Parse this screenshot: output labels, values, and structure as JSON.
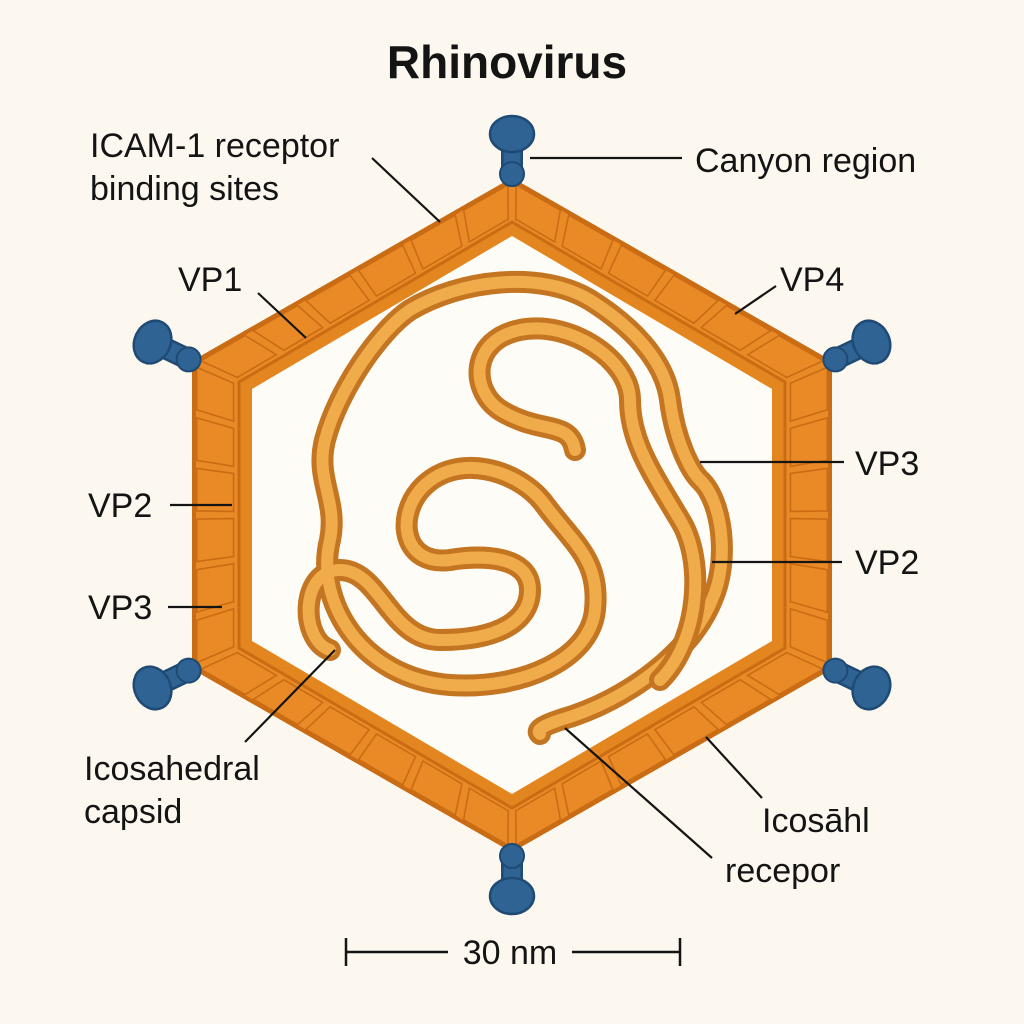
{
  "title": "Rhinovirus",
  "labels": {
    "icam_line1": "ICAM-1 receptor",
    "icam_line2": "binding sites",
    "canyon": "Canyon region",
    "vp1": "VP1",
    "vp4": "VP4",
    "vp2_left": "VP2",
    "vp3_left": "VP3",
    "vp3_right": "VP3",
    "vp2_right": "VP2",
    "capsid_line1": "Icosahedral",
    "capsid_line2": "capsid",
    "icosahl": "Icosāhl",
    "recepor": "recepor"
  },
  "scale_bar": {
    "label": "30 nm"
  },
  "colors": {
    "capsid_orange": "#e98a26",
    "capsid_dark": "#c96c14",
    "receptor_blue": "#2f6394",
    "rna_orange": "#e99a35",
    "background": "#fcf8ef"
  }
}
